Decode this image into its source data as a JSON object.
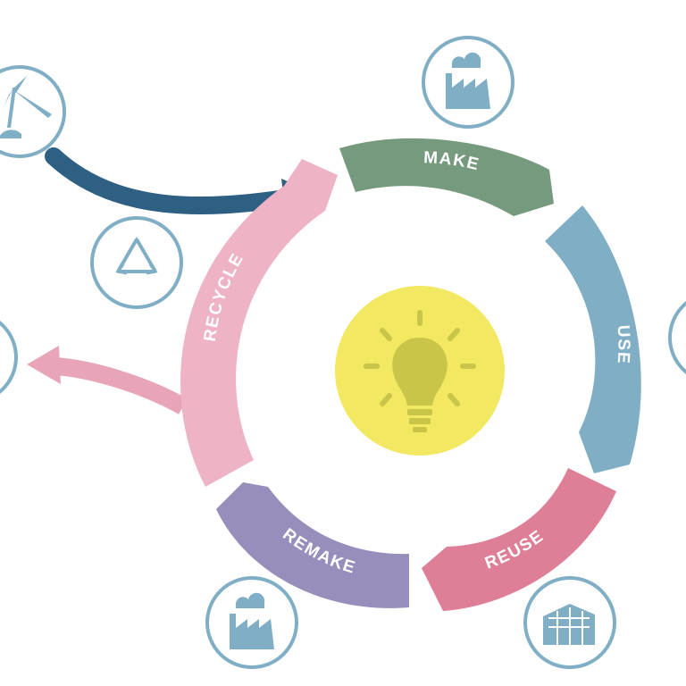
{
  "diagram": {
    "segments": [
      {
        "key": "make",
        "label": "MAKE",
        "color": "#769a7d"
      },
      {
        "key": "use",
        "label": "USE",
        "color": "#7faec5"
      },
      {
        "key": "reuse",
        "label": "REUSE",
        "color": "#de7e97"
      },
      {
        "key": "remake",
        "label": "REMAKE",
        "color": "#978ebb"
      },
      {
        "key": "recycle",
        "label": "RECYCLE",
        "color": "#efb3c6"
      }
    ],
    "center_icon": "lightbulb-icon",
    "colors": {
      "icon_ring": "#7faec5",
      "center_circle": "#f2e862",
      "bulb": "#c8c548",
      "input_arrow": "#2e6083",
      "output_arrow": "#e8a5b8"
    },
    "icons": [
      "wind-turbine-icon",
      "recycle-icon",
      "factory-icon",
      "warehouse-icon",
      "factory-icon"
    ]
  }
}
